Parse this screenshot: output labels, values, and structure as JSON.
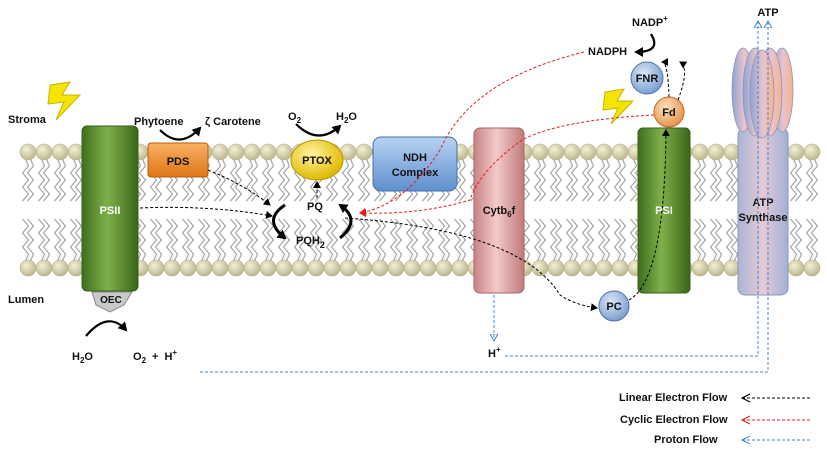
{
  "regions": {
    "stroma": "Stroma",
    "lumen": "Lumen"
  },
  "complexes": {
    "psii": "PSII",
    "oec": "OEC",
    "pds": "PDS",
    "ptox": "PTOX",
    "pq": "PQ",
    "pqh2_main": "PQH",
    "pqh2_sub": "2",
    "ndh_line1": "NDH",
    "ndh_line2": "Complex",
    "cyt_main": "Cytb",
    "cyt_sub": "6",
    "cyt_tail": "f",
    "psi": "PSI",
    "pc": "PC",
    "fd": "Fd",
    "fnr": "FNR",
    "atp_line1": "ATP",
    "atp_line2": "Synthase"
  },
  "molecules": {
    "phytoene": "Phytoene",
    "carotene": "ζ Carotene",
    "o2_top": "O",
    "o2_top_sub": "2",
    "h2o_top": "H",
    "h2o_top_sub": "2",
    "h2o_top_tail": "O",
    "h2o_bottom": "H",
    "h2o_bottom_sub": "2",
    "h2o_bottom_tail": "O",
    "o2_bottom": "O",
    "o2_bottom_sub": "2",
    "plus": "+",
    "h_plus_bottom": "H",
    "h_plus_bottom_sup": "+",
    "h_plus_cyt": "H",
    "h_plus_cyt_sup": "+",
    "nadp": "NADP",
    "nadp_sup": "+",
    "nadph": "NADPH",
    "atp_top": "ATP"
  },
  "legend": [
    {
      "label": "Linear Electron Flow",
      "color": "#000000"
    },
    {
      "label": "Cyclic Electron Flow",
      "color": "#e0201b"
    },
    {
      "label": "Proton Flow",
      "color": "#4a86c8"
    }
  ],
  "colors": {
    "linear": "#000000",
    "cyclic": "#e0201b",
    "proton": "#4a86c8",
    "psii_fill": "#5e8f2f",
    "pds_fill": "#f08a2a",
    "ptox_fill": "#f3d020",
    "ndh_fill": "#8fb6e6",
    "cyt_fill": "#e3a4a4",
    "lipid_head": "#d8d3a8"
  }
}
